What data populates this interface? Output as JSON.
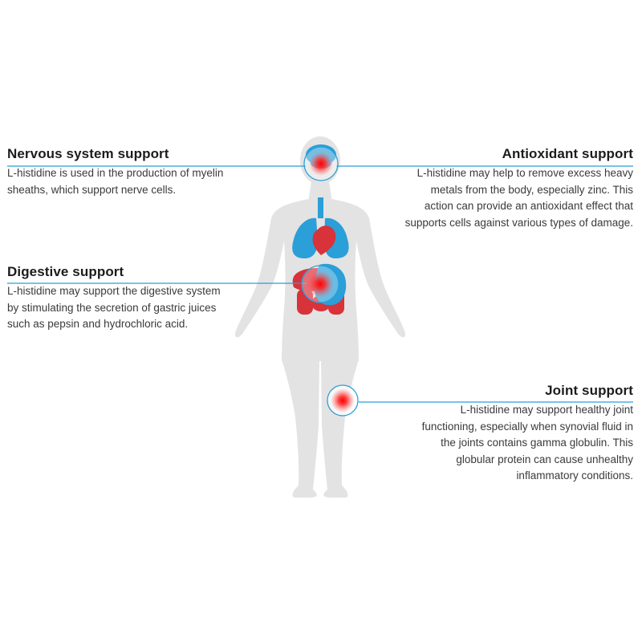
{
  "callouts": {
    "nervous": {
      "title": "Nervous system support",
      "body": "L-histidine is used in the production of myelin sheaths, which support nerve cells."
    },
    "antioxidant": {
      "title": "Antioxidant support",
      "body": "L-histidine may help to remove excess heavy metals from the body, especially zinc. This action can provide an antioxidant effect that supports cells against various types of damage."
    },
    "digestive": {
      "title": "Digestive support",
      "body": "L-histidine may support the digestive system by stimulating the secretion of gastric juices such as pepsin and hydrochloric acid."
    },
    "joint": {
      "title": "Joint support",
      "body": "L-histidine may support healthy joint functioning, especially when synovial fluid in the joints contains gamma globulin. This globular protein can cause unhealthy inflammatory conditions."
    }
  },
  "colors": {
    "silhouette": "#e3e3e3",
    "organ_blue": "#2a9fd8",
    "organ_red": "#d8323a",
    "leader_line": "#2a9fd8",
    "highlight": "#ff1a1a",
    "title_text": "#1c1c1c",
    "body_text": "#3a3a3a"
  }
}
